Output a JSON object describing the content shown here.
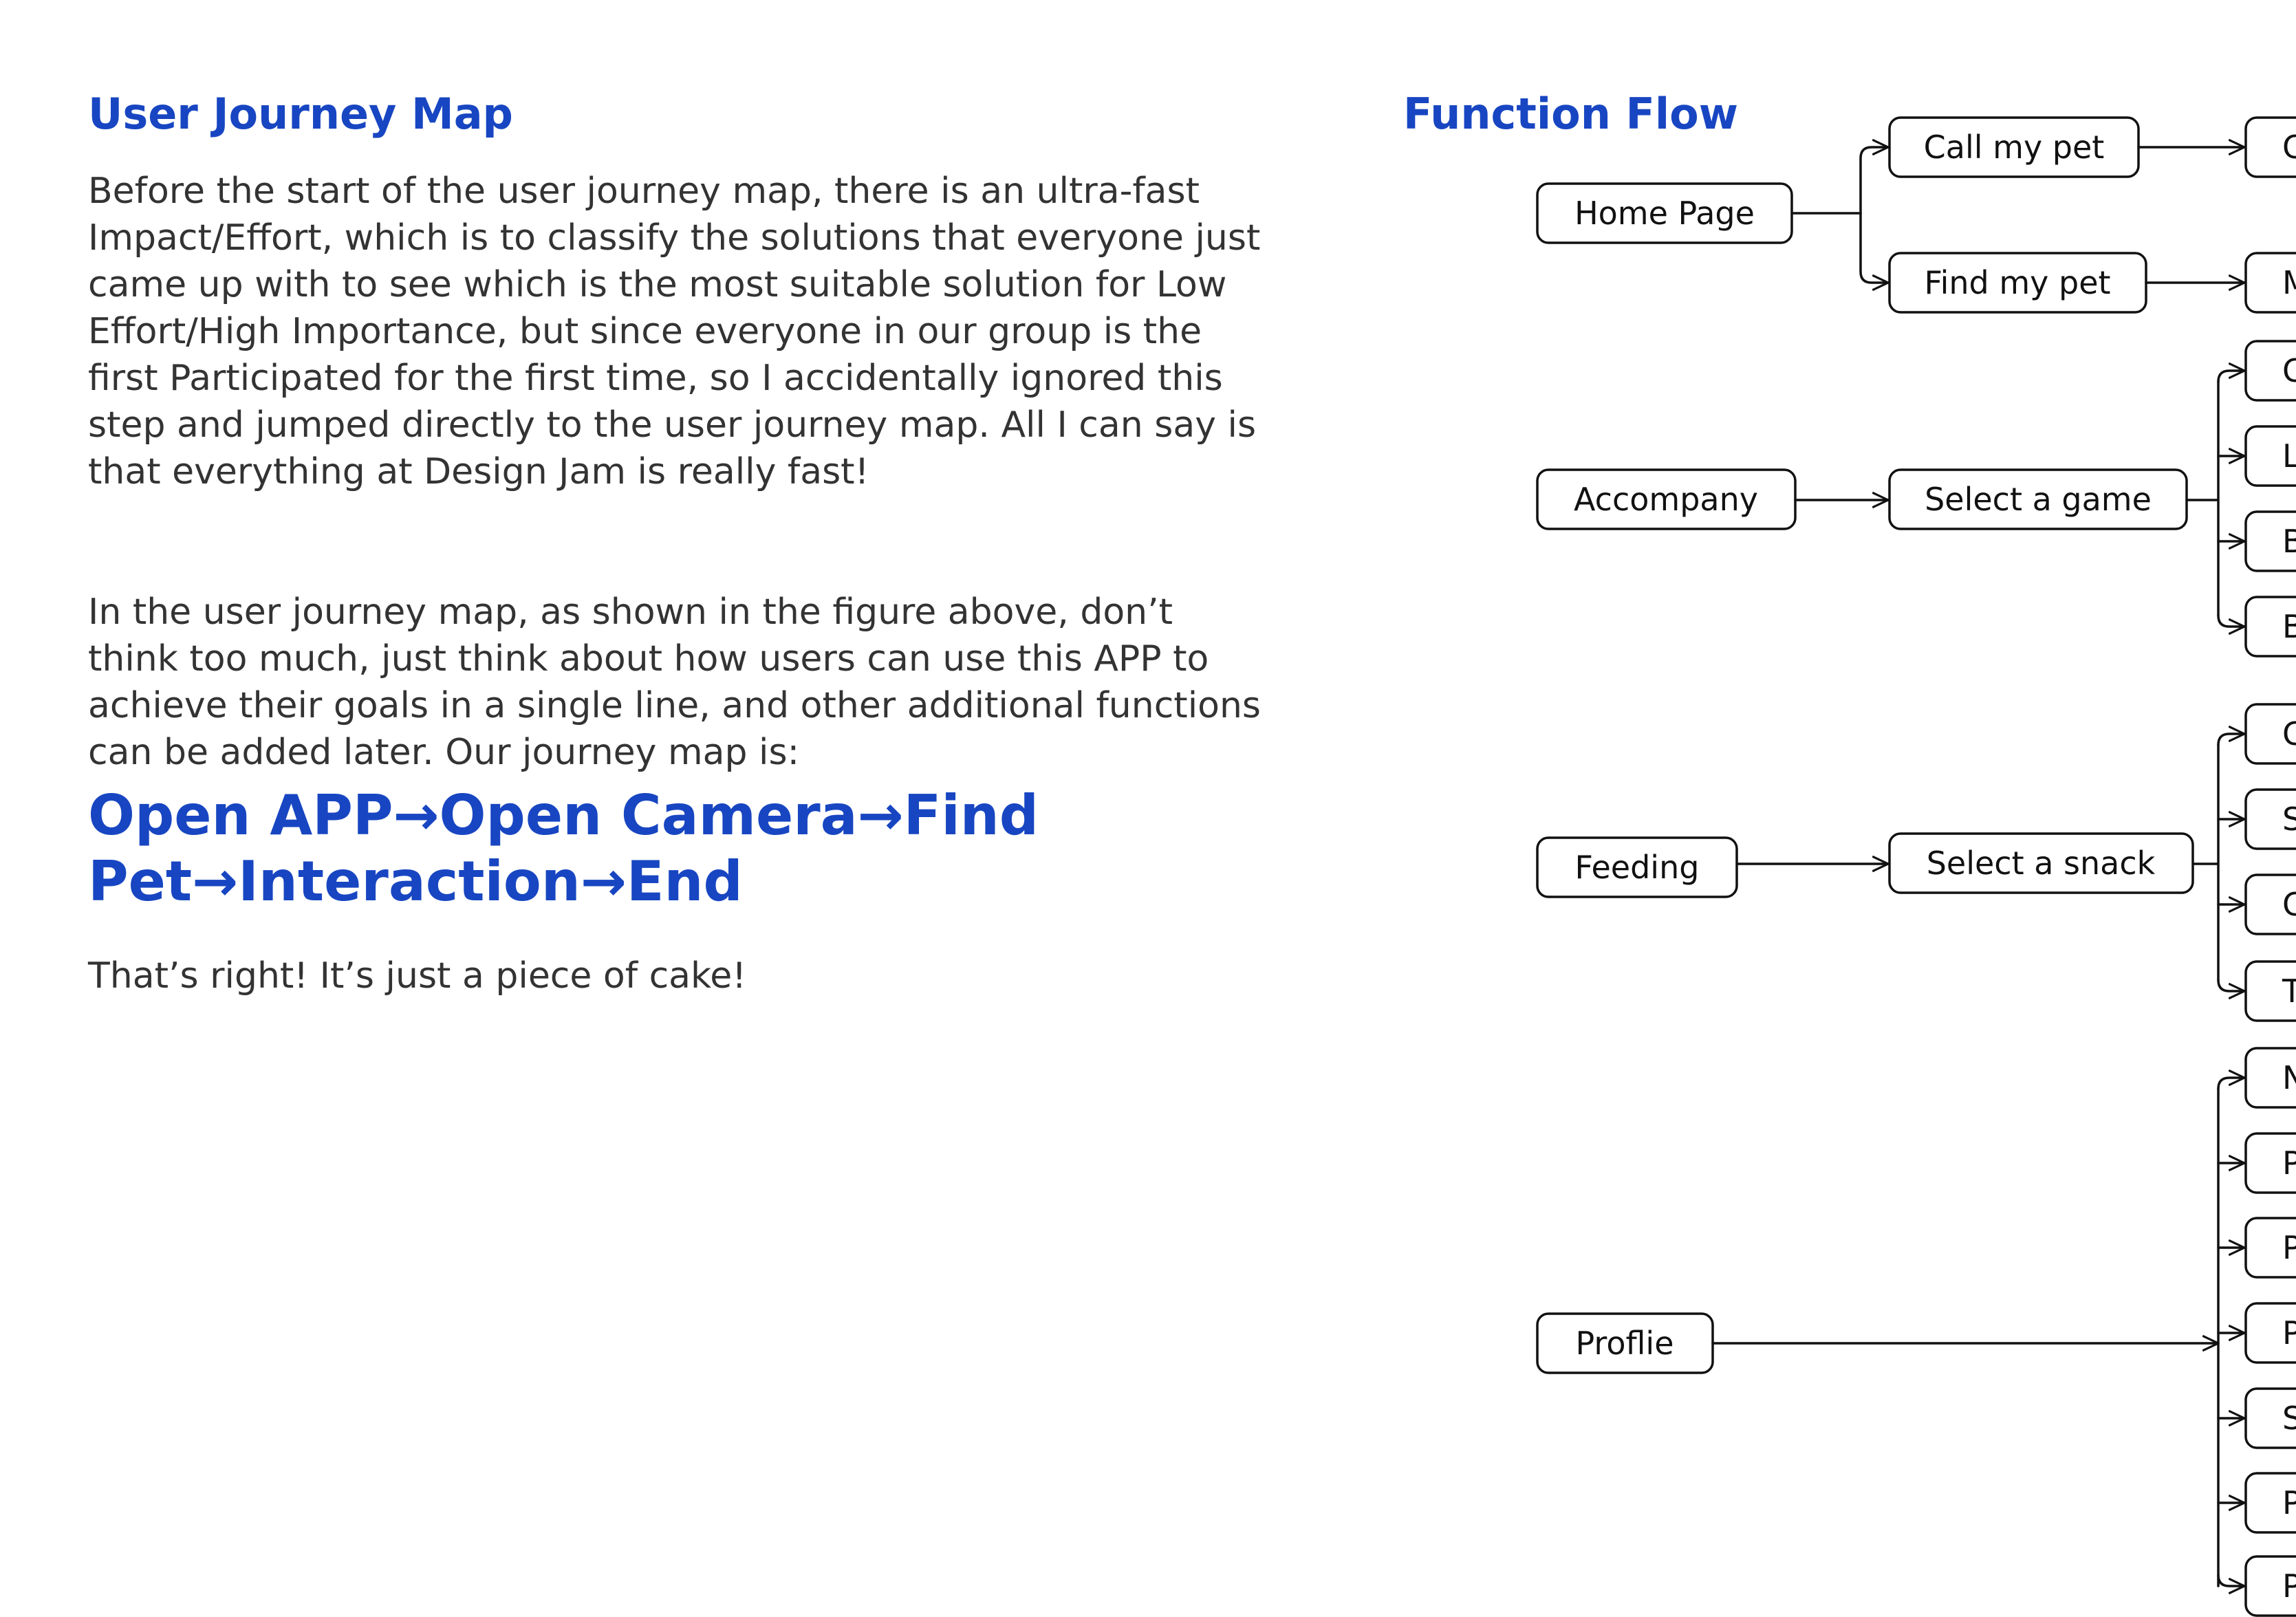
{
  "journey": {
    "heading": "User Journey Map",
    "paragraph_1": "Before the start of the user journey map, there is an ultra-fast Impact/Effort, which is to classify the solutions that everyone just came up with to see which is the most suitable solution for Low Effort/High Importance, but since everyone in our group is the first Participated for the first time, so I accidentally ignored this step and jumped directly to the user journey map. All I can say is that everything at Design Jam is really fast!",
    "paragraph_2": "In the user journey map, as shown in the figure above, don’t think too much, just think about how users can use this APP to achieve their goals in a single line, and other additional functions can be added later. Our journey map is:",
    "path": "Open APP→Open Camera→Find Pet→Interaction→End",
    "closing": "That’s right! It’s just a piece of cake!"
  },
  "flow": {
    "heading": "Function Flow",
    "nodes": {
      "home_page": "Home Page",
      "call_my_pet": "Call my pet",
      "find_my_pet": "Find my pet",
      "accompany": "Accompany",
      "select_a_game": "Select a game",
      "feeding": "Feeding",
      "select_a_snack": "Select a snack",
      "proflie": "Proflie"
    },
    "leaves": {
      "call_next": "C",
      "find_next": "M",
      "game": [
        "C",
        "L",
        "B",
        "B"
      ],
      "snack": [
        "C",
        "S",
        "C",
        "T"
      ],
      "profile": [
        "N",
        "P",
        "P",
        "P",
        "S",
        "P",
        "P"
      ]
    }
  }
}
